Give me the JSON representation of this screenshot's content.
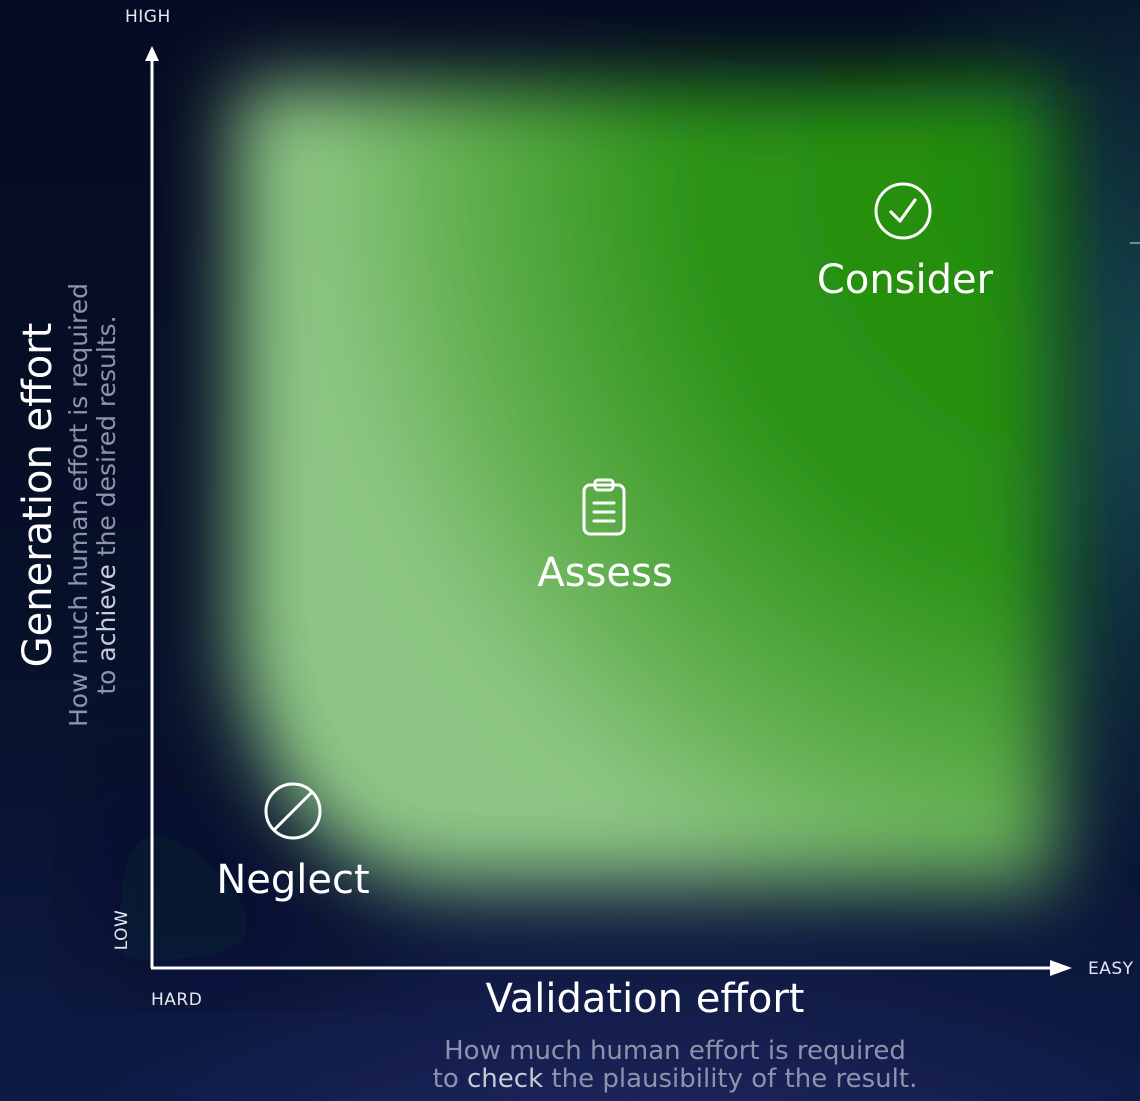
{
  "axes": {
    "y": {
      "high_label": "HIGH",
      "low_label": "LOW",
      "title": "Generation effort",
      "description_line1_prefix": "How much human effort is required",
      "description_line2_prefix": "to ",
      "description_line2_emphasis": "achieve",
      "description_line2_suffix": " the desired results."
    },
    "x": {
      "low_label": "HARD",
      "high_label": "EASY",
      "title": "Validation effort",
      "description_line1": "How much human effort is required",
      "description_line2_prefix": "to ",
      "description_line2_emphasis": "check",
      "description_line2_suffix": " the plausibility of the result."
    }
  },
  "regions": [
    {
      "label": "Consider",
      "icon": "check-circle-icon"
    },
    {
      "label": "Assess",
      "icon": "clipboard-icon"
    },
    {
      "label": "Neglect",
      "icon": "prohibited-icon"
    }
  ],
  "colors": {
    "green_dark": "#2a8c12",
    "green_light": "#8ec785",
    "axis": "#ffffff"
  }
}
